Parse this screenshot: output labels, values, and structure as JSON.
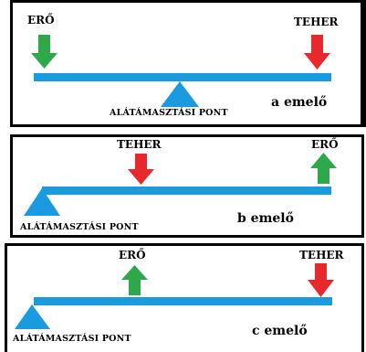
{
  "colors": {
    "beam": "#1a9be0",
    "fulcrum": "#1a9be0",
    "effort_arrow": "#2ea84a",
    "load_arrow": "#e8282a"
  },
  "panels": [
    {
      "effort_label": "ERŐ",
      "load_label": "TEHER",
      "fulcrum_label": "ALÁTÁMASZTÁSI PONT",
      "caption": "a emelő"
    },
    {
      "effort_label": "ERŐ",
      "load_label": "TEHER",
      "fulcrum_label": "ALÁTÁMASZTÁSI PONT",
      "caption": "b emelő"
    },
    {
      "effort_label": "ERŐ",
      "load_label": "TEHER",
      "fulcrum_label": "ALÁTÁMASZTÁSI PONT",
      "caption": "c emelő"
    }
  ]
}
